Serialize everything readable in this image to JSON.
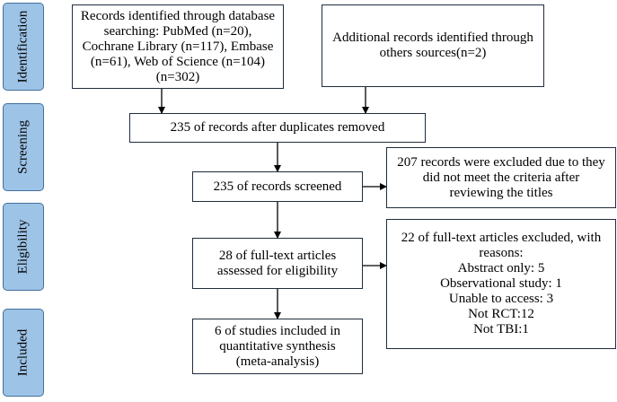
{
  "stages": [
    "Identification",
    "Screening",
    "Eligibility",
    "Included"
  ],
  "boxes": {
    "records_identified": [
      "Records identified through database",
      "searching: PubMed (n=20),",
      "Cochrane Library (n=117), Embase",
      "(n=61), Web of Science (n=104)",
      "(n=302)"
    ],
    "additional_records": [
      "Additional records identified through",
      "others sources(n=2)"
    ],
    "after_duplicates": [
      "235 of records after duplicates removed"
    ],
    "screened": [
      "235 of records screened"
    ],
    "excluded_titles": [
      "207 records were excluded due to they",
      "did not meet the criteria after",
      "reviewing the titles"
    ],
    "full_text_assessed": [
      "28 of full-text articles",
      "assessed for eligibility"
    ],
    "full_text_excluded": [
      "22 of full-text articles excluded, with",
      "reasons:",
      "Abstract only: 5",
      "Observational study: 1",
      "Unable to access: 3",
      "Not RCT:12",
      "Not TBI:1"
    ],
    "included": [
      "6 of studies included in",
      "quantitative synthesis",
      "(meta-analysis)"
    ]
  }
}
